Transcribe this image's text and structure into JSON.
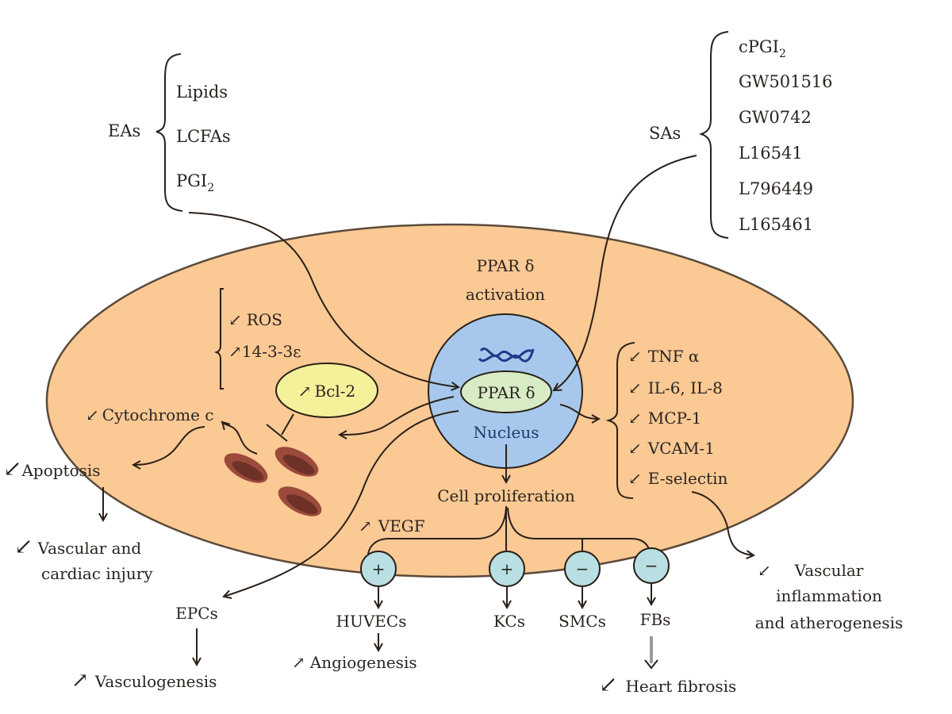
{
  "colors": {
    "cell": "#fbc994",
    "cell_stroke": "#5a4a3a",
    "nucleus": "#a7c8ec",
    "ppar_oval": "#d7ecc4",
    "bcl2_oval": "#f4f19a",
    "node_fill": "#b9dfe3",
    "mito": "#9b4a3c",
    "text": "#2a2420",
    "nucleus_text": "#1f3a6b"
  },
  "endogenous": {
    "group_label": "EAs",
    "items": [
      "Lipids",
      "LCFAs",
      "PGI",
      "2"
    ]
  },
  "synthetic": {
    "group_label": "SAs",
    "items": [
      "cPGI",
      "GW501516",
      "GW0742",
      "L16541",
      "L796449",
      "L165461"
    ],
    "first_sub": "2"
  },
  "activation": {
    "line1": "PPAR δ",
    "line2": "activation"
  },
  "nucleus": {
    "receptor": "PPAR δ",
    "label": "Nucleus",
    "dna_icon": "dna-helix"
  },
  "mitochondria_branch": {
    "items": [
      {
        "arrow": "↙",
        "label": "ROS"
      },
      {
        "arrow": "↗",
        "label": "14-3-3ε"
      }
    ],
    "bcl2": {
      "arrow": "↗",
      "label": "Bcl-2"
    },
    "cytochrome": {
      "arrow": "↙",
      "label": "Cytochrome c"
    }
  },
  "inflammation_markers": [
    {
      "arrow": "↙",
      "label": "TNF α"
    },
    {
      "arrow": "↙",
      "label": "IL-6, IL-8"
    },
    {
      "arrow": "↙",
      "label": "MCP-1"
    },
    {
      "arrow": "↙",
      "label": "VCAM-1"
    },
    {
      "arrow": "↙",
      "label": "E-selectin"
    }
  ],
  "outcomes": {
    "apoptosis": {
      "arrow": "↙",
      "label": "Apoptosis"
    },
    "injury": {
      "arrow": "↙",
      "line1": "Vascular and",
      "line2": "cardiac injury"
    },
    "epcs": {
      "label": "EPCs"
    },
    "vasculogenesis": {
      "arrow": "↗",
      "label": "Vasculogenesis"
    },
    "vegf": {
      "arrow": "↗",
      "label": "VEGF"
    },
    "cell_proliferation": "Cell proliferation",
    "angiogenesis": {
      "arrow": "↗",
      "label": "Angiogenesis"
    },
    "heart_fibrosis": {
      "arrow": "↙",
      "label": "Heart fibrosis"
    },
    "vascular_inflammation": {
      "arrow": "↙",
      "line1": "Vascular",
      "line2": "inflammation",
      "line3": "and atherogenesis"
    }
  },
  "cell_types": [
    {
      "sign": "+",
      "label": "HUVECs"
    },
    {
      "sign": "+",
      "label": "KCs"
    },
    {
      "sign": "−",
      "label": "SMCs"
    },
    {
      "sign": "−",
      "label": "FBs"
    }
  ]
}
